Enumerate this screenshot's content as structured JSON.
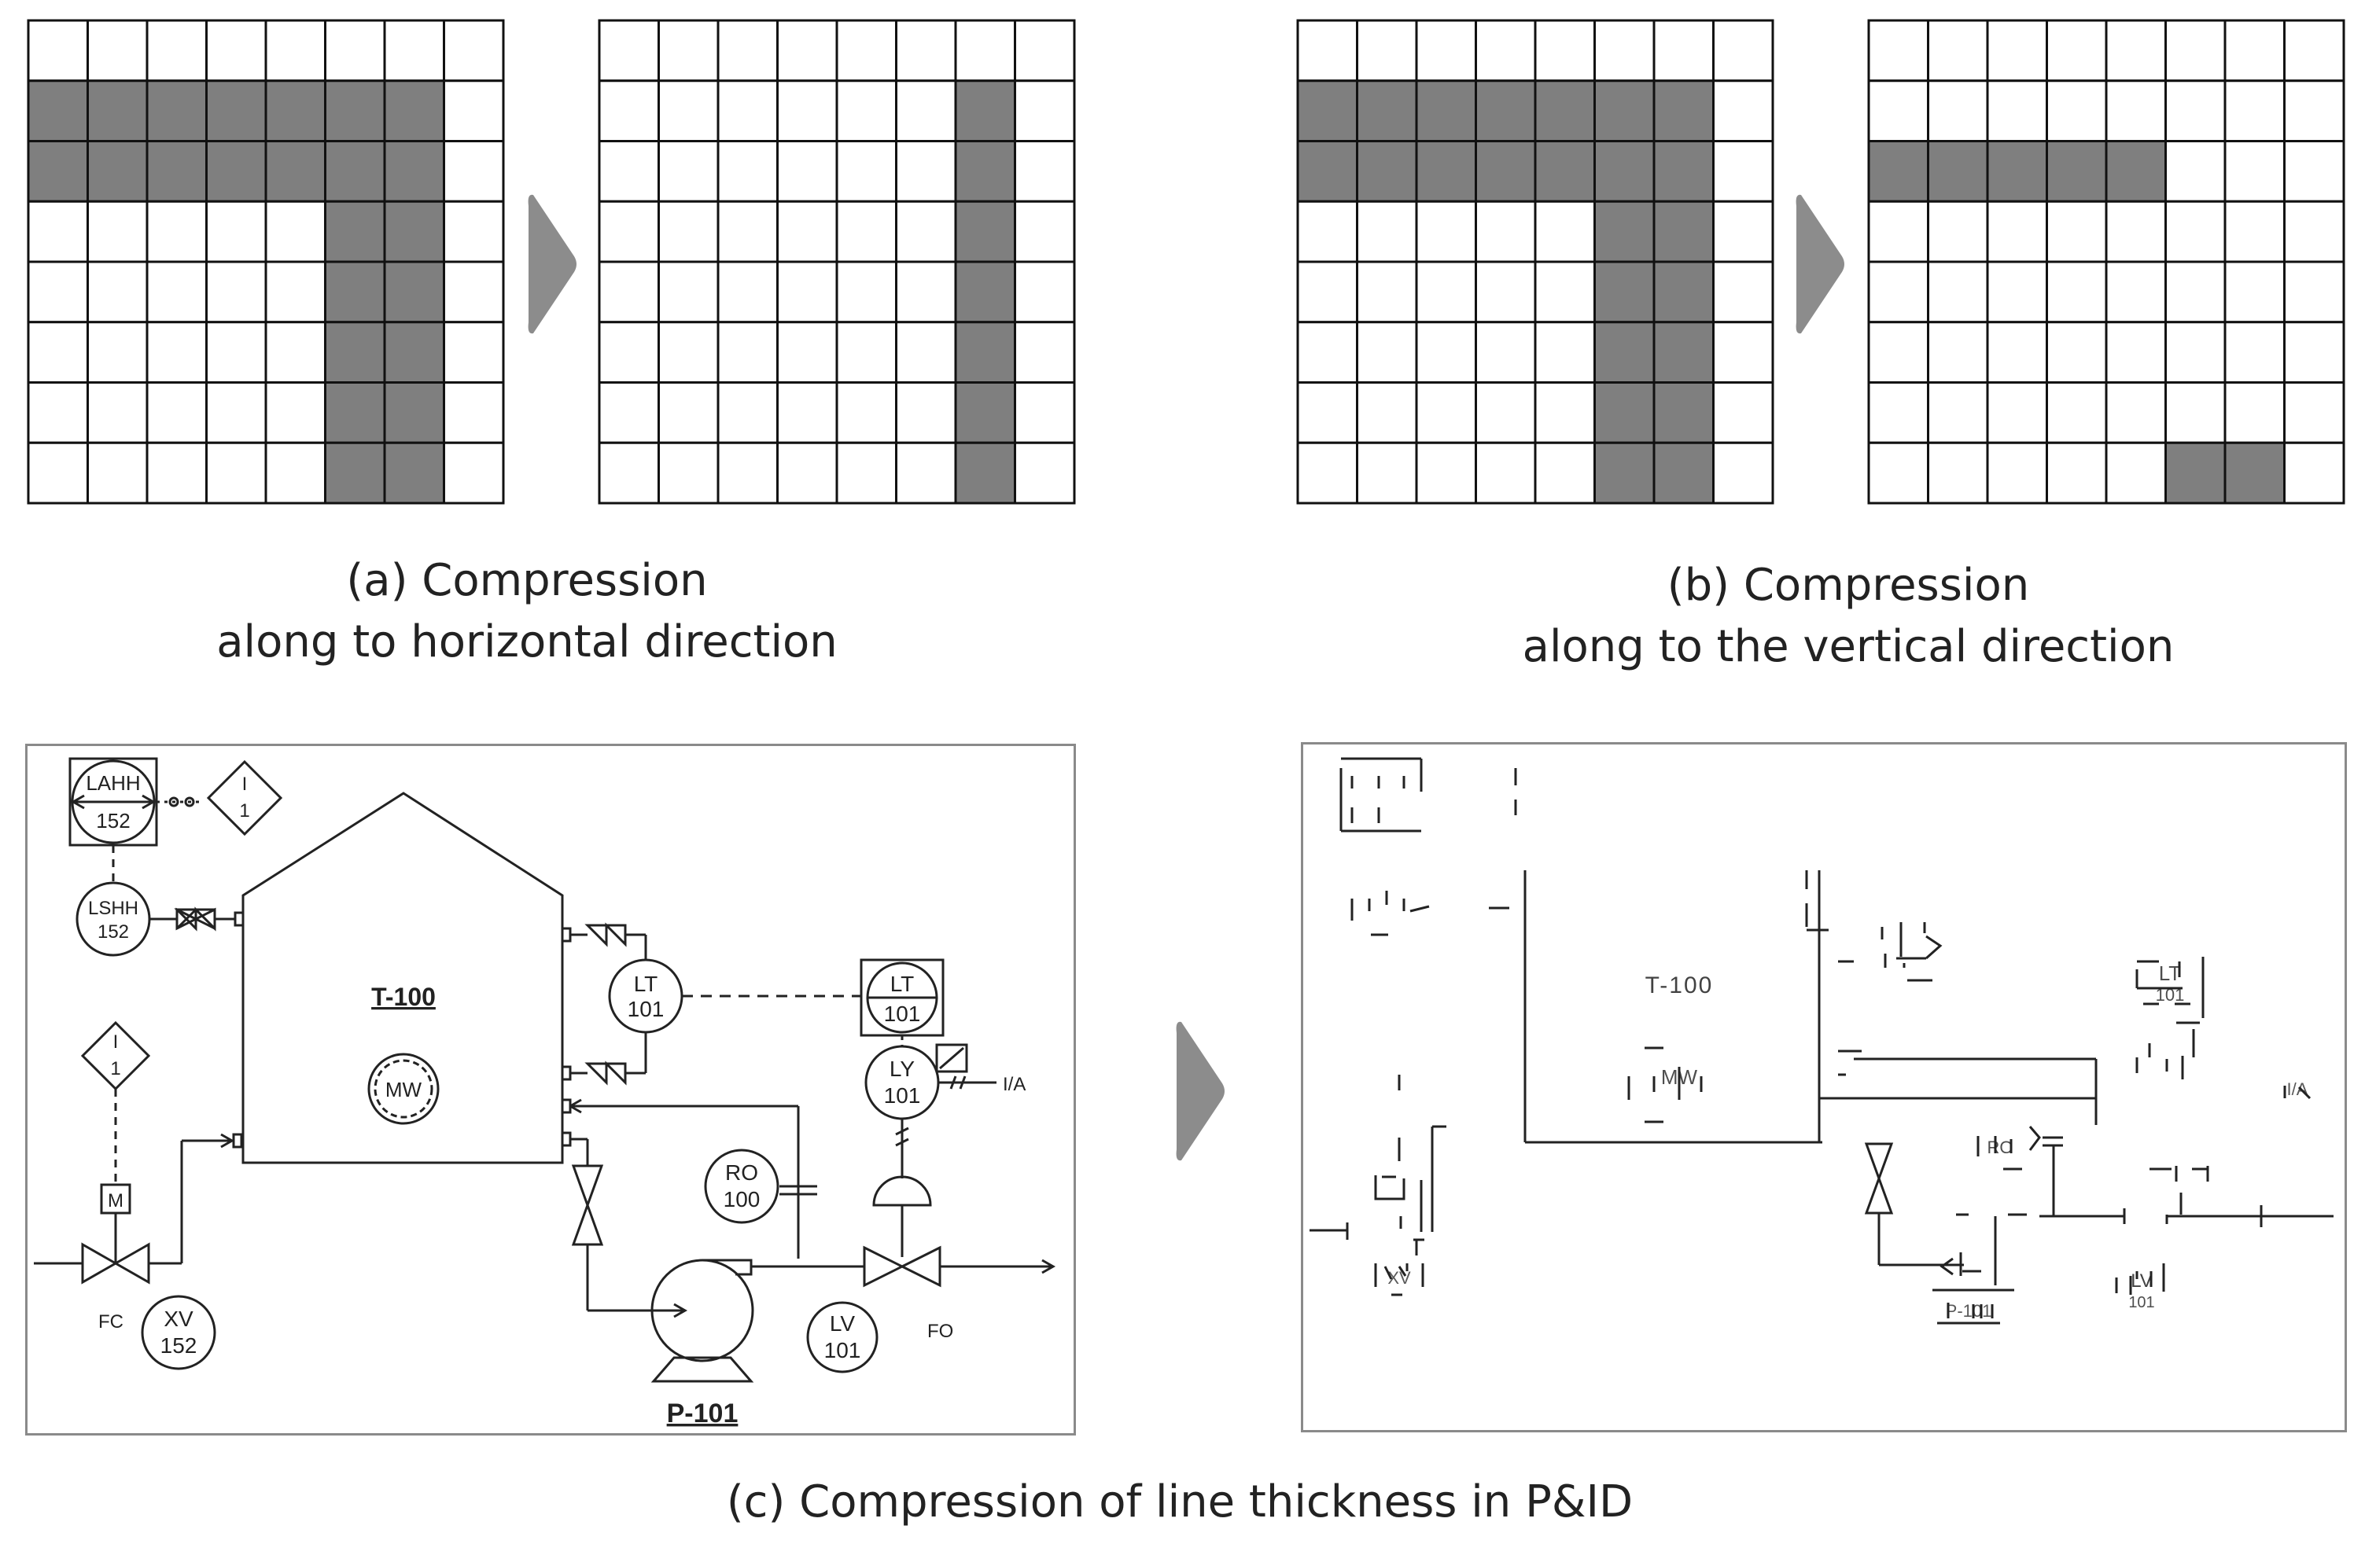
{
  "figure": {
    "caption_a": [
      "(a) Compression",
      "along to horizontal direction"
    ],
    "caption_b": [
      "(b) Compression",
      "along to the vertical direction"
    ],
    "caption_c": "(c) Compression of line thickness in P&ID"
  },
  "grids": {
    "rows": 8,
    "cols": 8,
    "fill_color": "#7f7f7f",
    "a_before": [
      [
        1,
        0
      ],
      [
        1,
        1
      ],
      [
        1,
        2
      ],
      [
        1,
        3
      ],
      [
        1,
        4
      ],
      [
        1,
        5
      ],
      [
        1,
        6
      ],
      [
        2,
        0
      ],
      [
        2,
        1
      ],
      [
        2,
        2
      ],
      [
        2,
        3
      ],
      [
        2,
        4
      ],
      [
        2,
        5
      ],
      [
        2,
        6
      ],
      [
        3,
        5
      ],
      [
        3,
        6
      ],
      [
        4,
        5
      ],
      [
        4,
        6
      ],
      [
        5,
        5
      ],
      [
        5,
        6
      ],
      [
        6,
        5
      ],
      [
        6,
        6
      ],
      [
        7,
        5
      ],
      [
        7,
        6
      ]
    ],
    "a_after": [
      [
        1,
        6
      ],
      [
        2,
        6
      ],
      [
        3,
        6
      ],
      [
        4,
        6
      ],
      [
        5,
        6
      ],
      [
        6,
        6
      ],
      [
        7,
        6
      ]
    ],
    "b_before": [
      [
        1,
        0
      ],
      [
        1,
        1
      ],
      [
        1,
        2
      ],
      [
        1,
        3
      ],
      [
        1,
        4
      ],
      [
        1,
        5
      ],
      [
        1,
        6
      ],
      [
        2,
        0
      ],
      [
        2,
        1
      ],
      [
        2,
        2
      ],
      [
        2,
        3
      ],
      [
        2,
        4
      ],
      [
        2,
        5
      ],
      [
        2,
        6
      ],
      [
        3,
        5
      ],
      [
        3,
        6
      ],
      [
        4,
        5
      ],
      [
        4,
        6
      ],
      [
        5,
        5
      ],
      [
        5,
        6
      ],
      [
        6,
        5
      ],
      [
        6,
        6
      ],
      [
        7,
        5
      ],
      [
        7,
        6
      ]
    ],
    "b_after": [
      [
        2,
        0
      ],
      [
        2,
        1
      ],
      [
        2,
        2
      ],
      [
        2,
        3
      ],
      [
        2,
        4
      ],
      [
        7,
        5
      ],
      [
        7,
        6
      ]
    ]
  },
  "pid": {
    "tags": {
      "lahh_code": "LAHH",
      "lahh_num": "152",
      "i1_top_code": "I",
      "i1_top_num": "1",
      "lshh_code": "LSHH",
      "lshh_num": "152",
      "tank": "T-100",
      "mixer": "MW",
      "lt_field_code": "LT",
      "lt_field_num": "101",
      "lt_panel_code": "LT",
      "lt_panel_num": "101",
      "ly_code": "LY",
      "ly_num": "101",
      "ia": "I/A",
      "i1_bottom_code": "I",
      "i1_bottom_num": "1",
      "motor": "M",
      "ro_code": "RO",
      "ro_num": "100",
      "fc": "FC",
      "xv_code": "XV",
      "xv_num": "152",
      "lv_code": "LV",
      "lv_num": "101",
      "fo": "FO",
      "pump": "P-101"
    },
    "compressed_labels": {
      "t100": "T-100",
      "mw": "MW",
      "lt": "LT",
      "lt_num": "101",
      "ro": "RO",
      "lv": "LV",
      "lv_num": "101",
      "ia": "I/A",
      "xv": "XV",
      "p101": "P-101"
    }
  }
}
